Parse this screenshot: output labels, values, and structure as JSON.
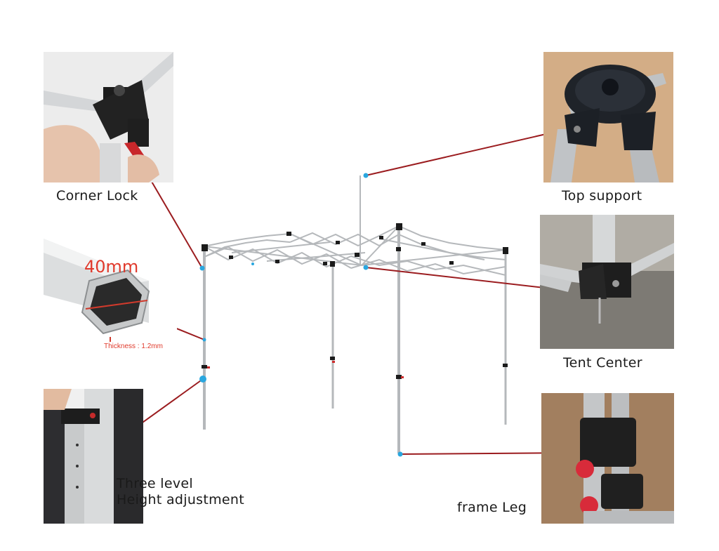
{
  "labels": {
    "corner_lock": "Corner Lock",
    "top_support": "Top support",
    "tent_center": "Tent Center",
    "height_line1": "Three level",
    "height_line2": "Height adjustment",
    "frame_leg": "frame Leg"
  },
  "tube": {
    "diameter": "40mm",
    "thickness": "Thickness : 1.2mm"
  },
  "colors": {
    "leader_line": "#9b1c1f",
    "anchor_dot": "#2aa7df",
    "frame_metal": "#b5b8bb",
    "joint": "#1b1b1b",
    "tube_text": "#e03a2c"
  }
}
